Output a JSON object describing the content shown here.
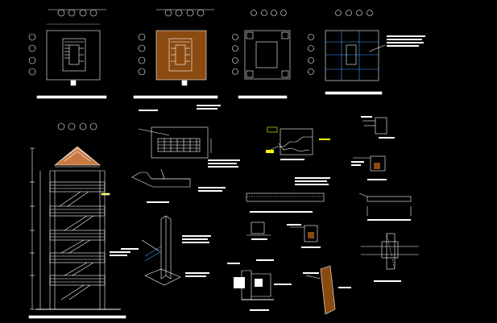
{
  "drawing": {
    "background": "#000000",
    "colors": {
      "line": "#ffffff",
      "accent_fill": "#8a4a10",
      "roof_fill": "#c87840",
      "highlight": "#ffff00",
      "grid_blue": "#3fa0ff",
      "dim": "#b0b0b0"
    },
    "plan_views": [
      {
        "id": "plan-1",
        "tinted": false,
        "grid": false
      },
      {
        "id": "plan-2",
        "tinted": true,
        "grid": false
      },
      {
        "id": "plan-3",
        "tinted": false,
        "grid": false
      },
      {
        "id": "plan-4",
        "tinted": false,
        "grid": true
      }
    ],
    "elevation": {
      "floors": 5,
      "roof": "pitched",
      "stairs": "zigzag"
    },
    "details": [
      "handrail-section",
      "stair-detail-yellow",
      "column-top-detail",
      "footing-detail",
      "beam-section",
      "slab-detail",
      "isometric-column",
      "connection-detail-small",
      "column-base-detail",
      "wall-footing-section",
      "stair-landing-detail",
      "cross-beam-detail"
    ]
  }
}
